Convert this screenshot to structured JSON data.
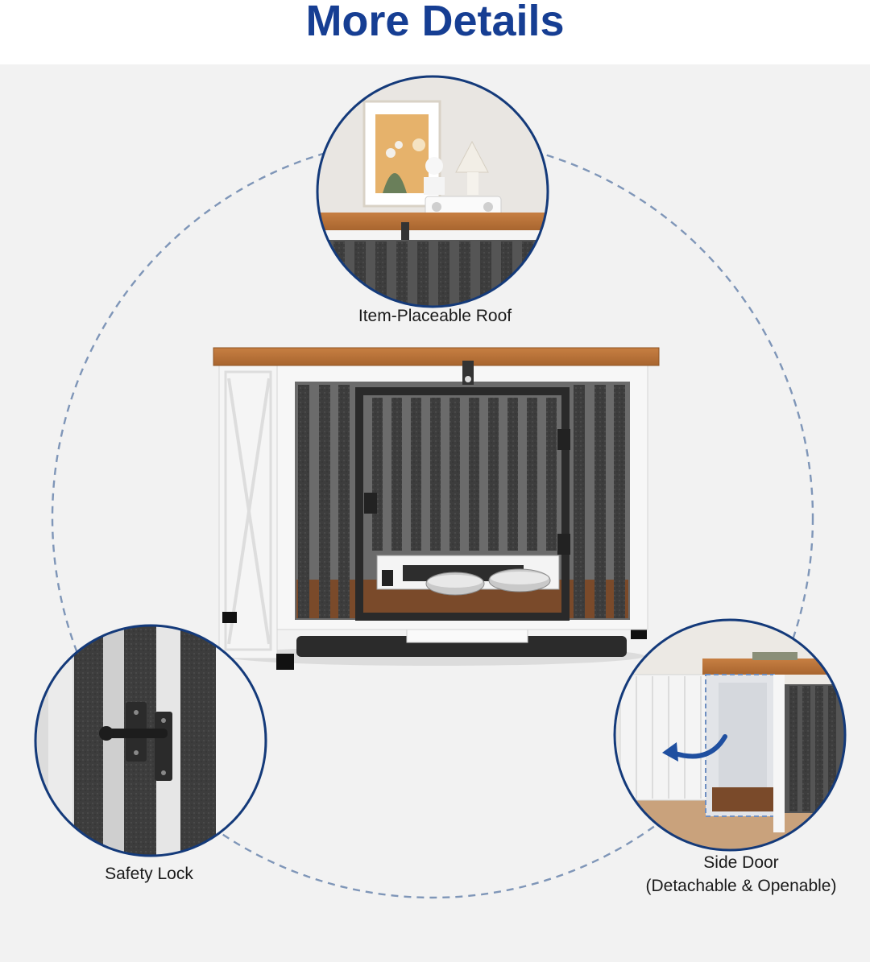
{
  "header": {
    "title": "More Details"
  },
  "callouts": [
    {
      "id": "roof",
      "label": "Item-Placeable Roof"
    },
    {
      "id": "lock",
      "label": "Safety Lock"
    },
    {
      "id": "door",
      "line1": "Side Door",
      "line2": "(Detachable & Openable)"
    }
  ],
  "colors": {
    "title": "#163e93",
    "dashed_ring": "#7f96b8",
    "callout_ring": "#143a7a",
    "wood_top": "#b9733a",
    "frame_white": "#f7f7f7",
    "bars_dark": "#4a4a4a"
  },
  "icons": [
    "rotate-arrow-icon"
  ]
}
